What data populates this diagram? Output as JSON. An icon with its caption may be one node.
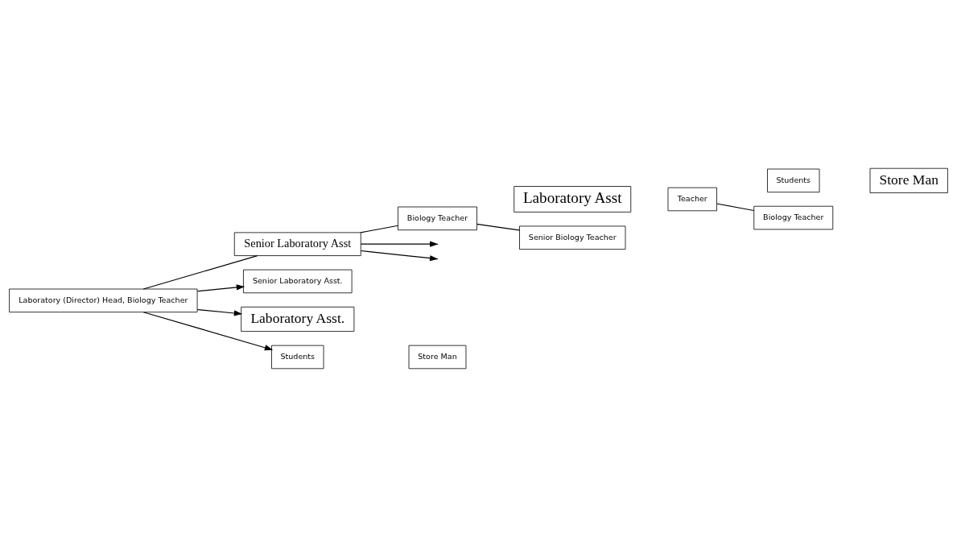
{
  "diagram": {
    "nodes": [
      {
        "text": [
          "Laboratory (Director) Head, Biology Teacher"
        ]
      },
      {
        "text": [
          "Senior Laboratory Asst"
        ]
      },
      {
        "text": [
          "Biology Teacher"
        ]
      },
      {
        "text": [
          "Laboratory Asst"
        ]
      },
      {
        "text": [
          "Teacher"
        ]
      },
      {
        "text": [
          "Students"
        ]
      },
      {
        "text": [
          "Store Man"
        ]
      },
      {
        "text": [
          "Senior Biology Teacher"
        ]
      },
      {
        "text": [
          "Biology Teacher"
        ]
      },
      {
        "text": [
          "Senior Laboratory Asst."
        ]
      },
      {
        "text": [
          "Laboratory Asst."
        ]
      },
      {
        "text": [
          "Students"
        ]
      },
      {
        "text": [
          "Store Man"
        ]
      }
    ],
    "edges": [
      {
        "from": 0,
        "to": 1,
        "arrow": "none"
      },
      {
        "from": 0,
        "to": 9,
        "arrow": "to"
      },
      {
        "from": 0,
        "to": 10,
        "arrow": "to"
      },
      {
        "from": 0,
        "to": 11,
        "arrow": "to"
      },
      {
        "from": 1,
        "to": 2,
        "arrow": "none"
      },
      {
        "from": 1,
        "to": null,
        "arrow": "to"
      },
      {
        "from": 1,
        "to": null,
        "arrow": "to"
      },
      {
        "from": 2,
        "to": 7,
        "arrow": "none"
      },
      {
        "from": 4,
        "to": 8,
        "arrow": "none"
      }
    ]
  }
}
